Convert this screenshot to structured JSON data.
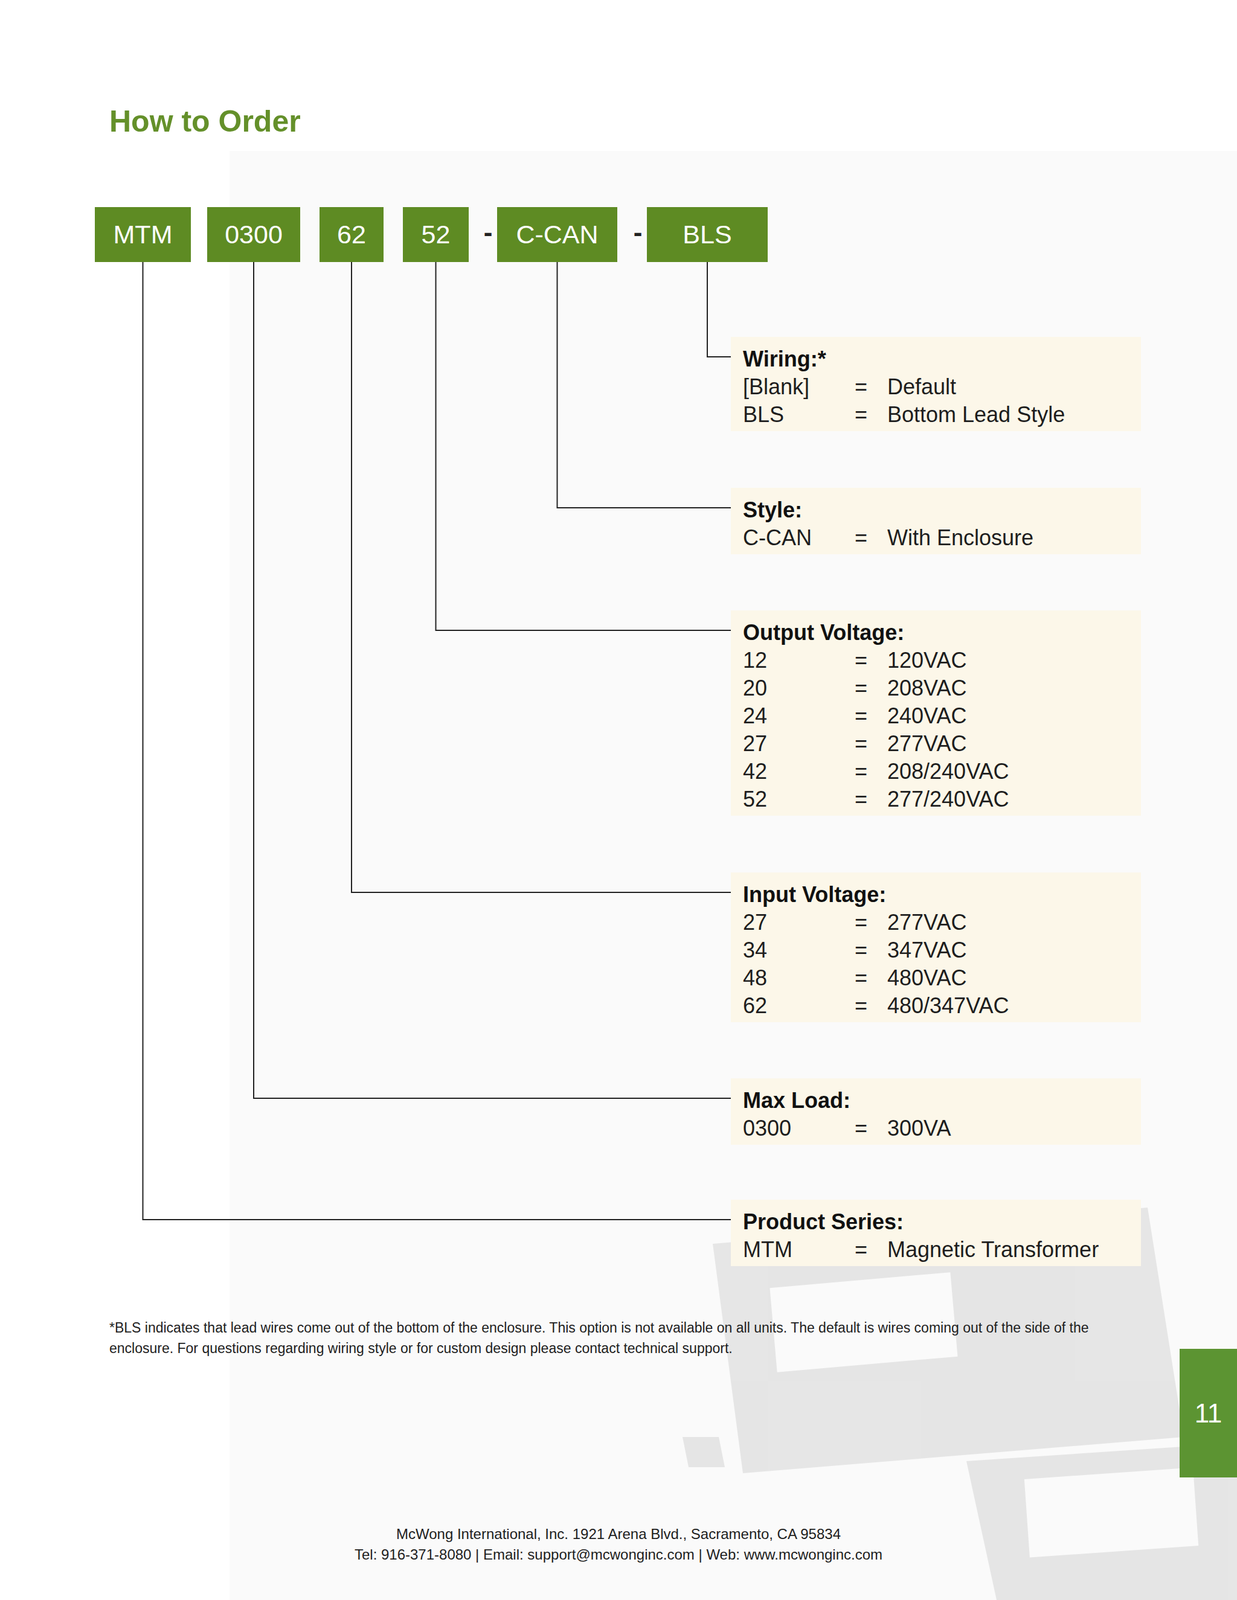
{
  "diagram": {
    "title": "How to Order",
    "nodes": [
      {
        "text": [
          "MTM"
        ]
      },
      {
        "text": [
          "0300"
        ]
      },
      {
        "text": [
          "62"
        ]
      },
      {
        "text": [
          "52"
        ]
      },
      {
        "text": [
          "C-CAN"
        ]
      },
      {
        "text": [
          "BLS"
        ]
      },
      {
        "text": [
          "Wiring:*",
          "[Blank]",
          "=",
          "Default",
          "BLS",
          "=",
          "Bottom Lead Style"
        ]
      },
      {
        "text": [
          "Style:",
          "C-CAN",
          "=",
          "With Enclosure"
        ]
      },
      {
        "text": [
          "Output Voltage:",
          "12",
          "=",
          "120VAC",
          "20",
          "=",
          "208VAC",
          "24",
          "=",
          "240VAC",
          "27",
          "=",
          "277VAC",
          "42",
          "=",
          "208/240VAC",
          "52",
          "=",
          "277/240VAC"
        ]
      },
      {
        "text": [
          "Input Voltage:",
          "27",
          "=",
          "277VAC",
          "34",
          "=",
          "347VAC",
          "48",
          "=",
          "480VAC",
          "62",
          "=",
          "480/347VAC"
        ]
      },
      {
        "text": [
          "Max Load:",
          "0300",
          "=",
          "300VA"
        ]
      },
      {
        "text": [
          "Product Series:",
          "MTM",
          "=",
          "Magnetic Transformer"
        ]
      },
      {
        "text": [
          "11"
        ]
      }
    ],
    "edges": [
      {
        "from": 5,
        "to": 6,
        "arrow": "none"
      },
      {
        "from": 4,
        "to": 7,
        "arrow": "none"
      },
      {
        "from": 3,
        "to": 8,
        "arrow": "none"
      },
      {
        "from": 2,
        "to": 9,
        "arrow": "none"
      },
      {
        "from": 1,
        "to": 10,
        "arrow": "none"
      },
      {
        "from": 0,
        "to": 11,
        "arrow": "none"
      }
    ],
    "labels": [
      "-",
      "-",
      "*BLS indicates that lead wires come out of the bottom of the enclosure. This option is not available on all units. The default is wires coming out of the side of the enclosure. For questions regarding wiring style or for custom design please contact technical support.",
      "McWong International, Inc. 1921 Arena Blvd., Sacramento, CA 95834",
      "Tel: 916-371-8080 | Email: support@mcwonginc.com | Web: www.mcwonginc.com"
    ]
  }
}
